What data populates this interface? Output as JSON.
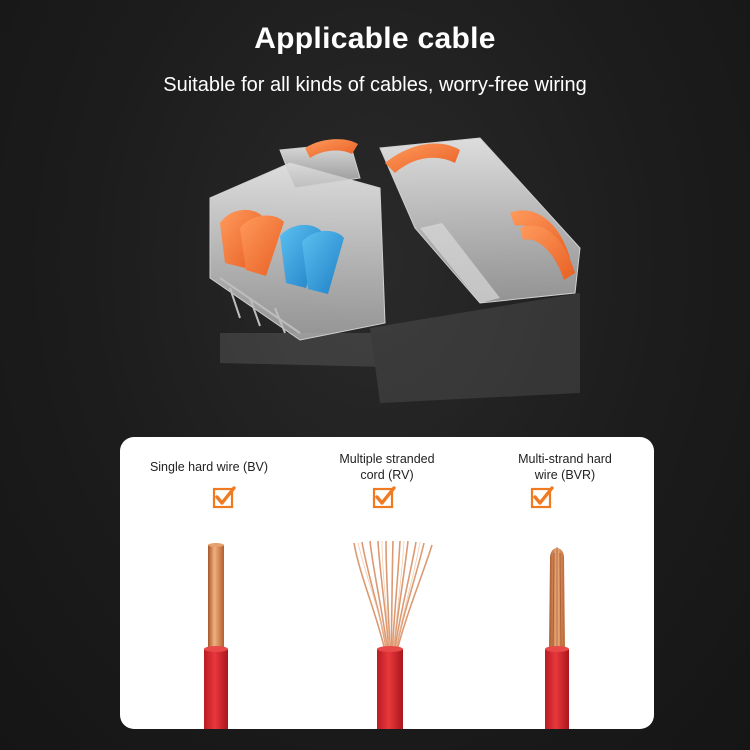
{
  "header": {
    "title": "Applicable cable",
    "subtitle": "Suitable for all kinds of cables, worry-free wiring"
  },
  "product_image": {
    "icon": "wire-connector-image"
  },
  "cables": [
    {
      "label_line1": "Single hard wire (BV)",
      "label_line2": "",
      "icon": "check-icon",
      "wire_type": "single-solid"
    },
    {
      "label_line1": "Multiple stranded",
      "label_line2": "cord (RV)",
      "icon": "check-icon",
      "wire_type": "multi-stranded-flexible"
    },
    {
      "label_line1": "Multi-strand hard",
      "label_line2": "wire (BVR)",
      "icon": "check-icon",
      "wire_type": "multi-strand-hard"
    }
  ],
  "colors": {
    "check_orange": "#f07a22",
    "insulation_red": "#d6262c",
    "copper": "#d98a52",
    "connector_orange": "#f4733a",
    "connector_blue": "#2f9ad8"
  }
}
